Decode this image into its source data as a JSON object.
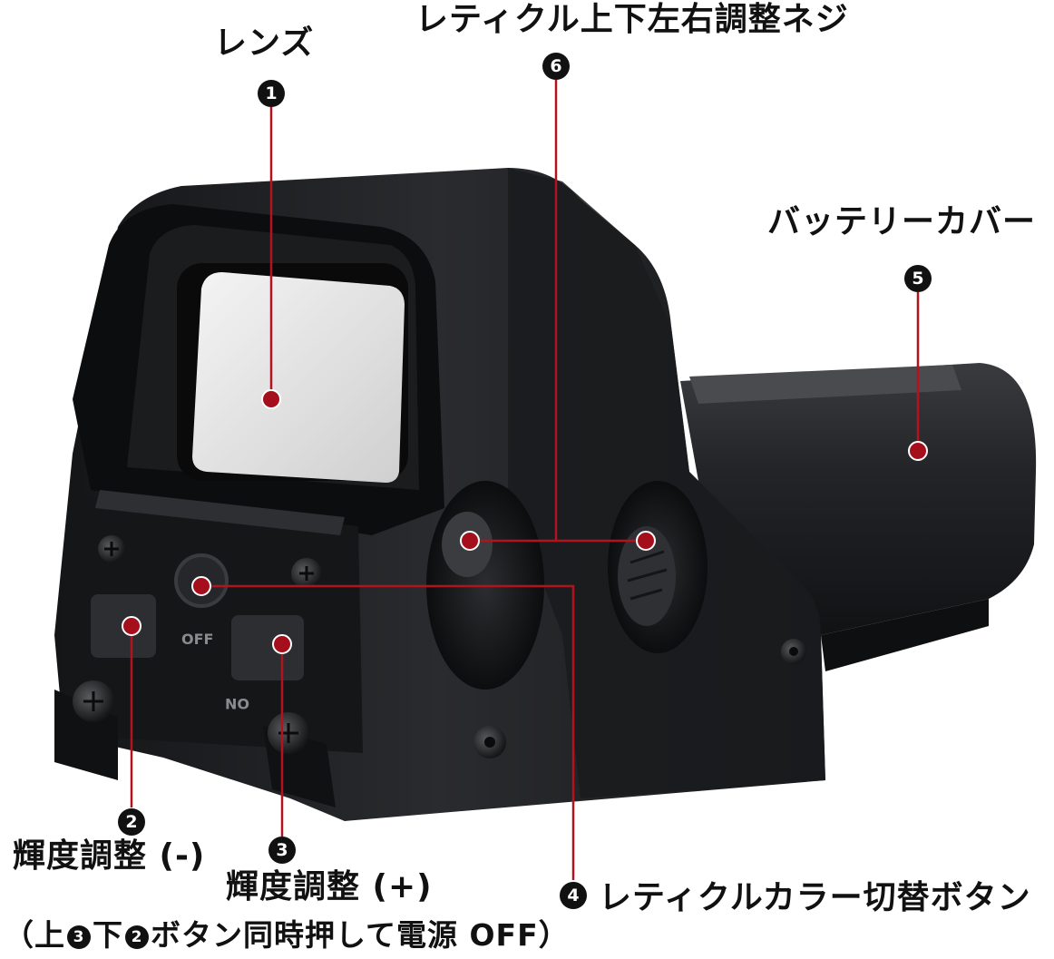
{
  "labels": {
    "lens": "レンズ",
    "reticle_adjust": "レティクル上下左右調整ネジ",
    "battery_cover": "バッテリーカバー",
    "brightness_down": "輝度調整 (-)",
    "brightness_up": "輝度調整 (+)",
    "reticle_color": "レティクルカラー切替ボタン",
    "note_open": "（上",
    "note_mid": "下",
    "note_end": "ボタン同時押して電源 OFF）"
  },
  "badges": {
    "lens": "1",
    "brightness_down": "2",
    "brightness_up": "3",
    "reticle_color": "4",
    "battery_cover": "5",
    "reticle_adjust": "6",
    "note_a": "3",
    "note_b": "2"
  },
  "colors": {
    "leader_line": "#b3121f",
    "marker_dot": "#a50f1c",
    "badge": "#111111",
    "body": "#1d1e20"
  },
  "icons": [
    "screw-icon",
    "reticle-screw-icon"
  ]
}
